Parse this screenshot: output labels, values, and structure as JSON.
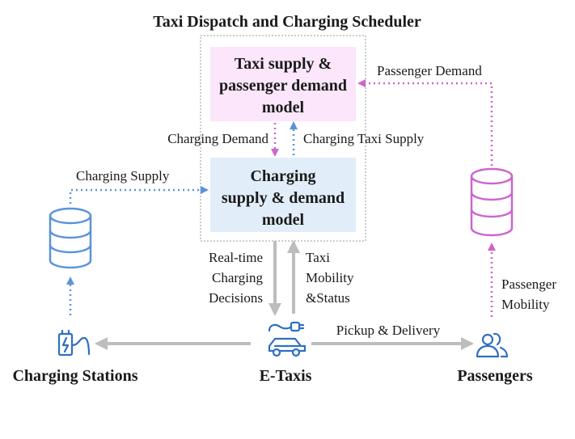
{
  "title": "Taxi Dispatch and Charging Scheduler",
  "boxes": {
    "passenger_model": [
      "Taxi supply &",
      "passenger demand",
      "model"
    ],
    "charging_model": [
      "Charging",
      "supply & demand",
      "model"
    ]
  },
  "edges": {
    "charging_demand": "Charging Demand",
    "charging_taxi_supply": "Charging Taxi Supply",
    "passenger_demand": "Passenger Demand",
    "charging_supply": "Charging Supply",
    "realtime_decisions": [
      "Real-time",
      "Charging",
      "Decisions"
    ],
    "taxi_mobility": [
      "Taxi",
      "Mobility",
      "&Status"
    ],
    "passenger_mobility": [
      "Passenger",
      "Mobility"
    ],
    "pickup_delivery": "Pickup & Delivery"
  },
  "nodes": {
    "charging_stations": "Charging Stations",
    "etaxis": "E-Taxis",
    "passengers": "Passengers"
  },
  "colors": {
    "pink": "#cc66cc",
    "pink_fill": "#fbe6fb",
    "blue": "#5b93db",
    "blue_fill": "#e1eefa",
    "gray": "#bdbdbd"
  },
  "icons": [
    "database-icon",
    "charging-station-icon",
    "electric-car-icon",
    "people-icon"
  ]
}
